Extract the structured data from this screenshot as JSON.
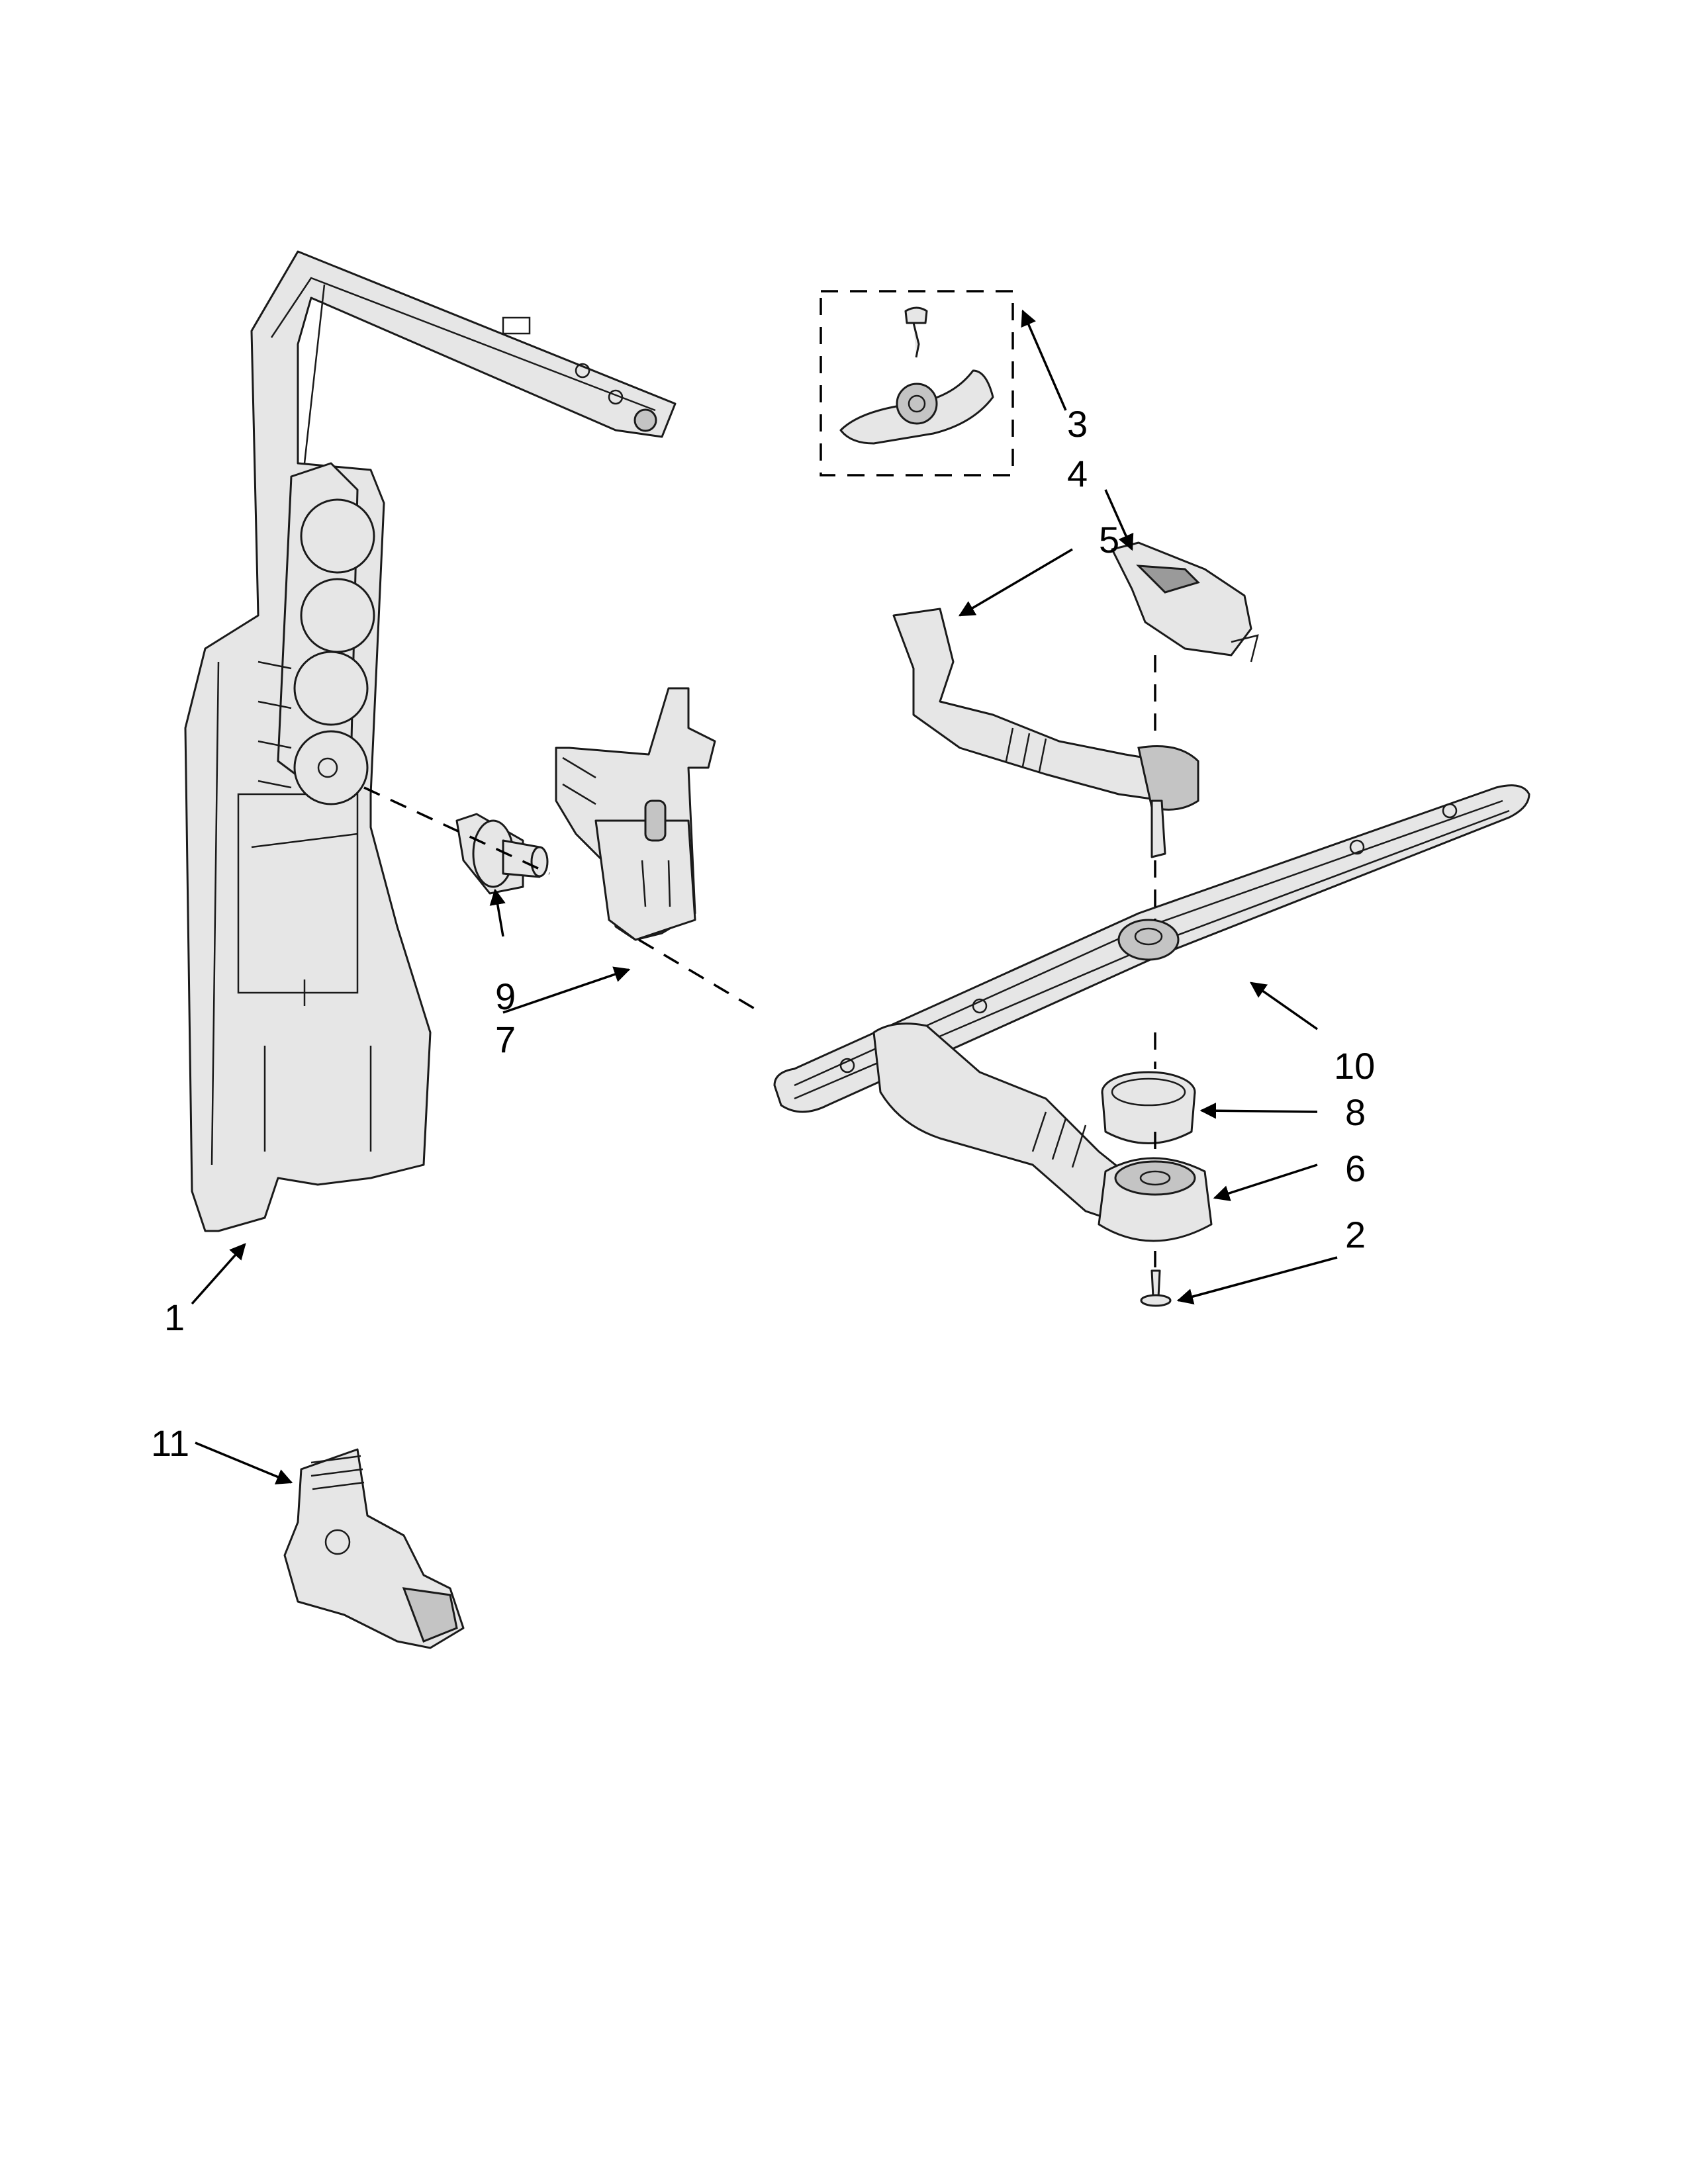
{
  "callouts": [
    "1",
    "2",
    "3",
    "4",
    "5",
    "6",
    "7",
    "8",
    "9",
    "10",
    "11"
  ],
  "colors": {
    "line": "#1a1a1a",
    "fill": "#e6e6e6",
    "shade": "#9a9a9a",
    "background": "#ffffff"
  }
}
